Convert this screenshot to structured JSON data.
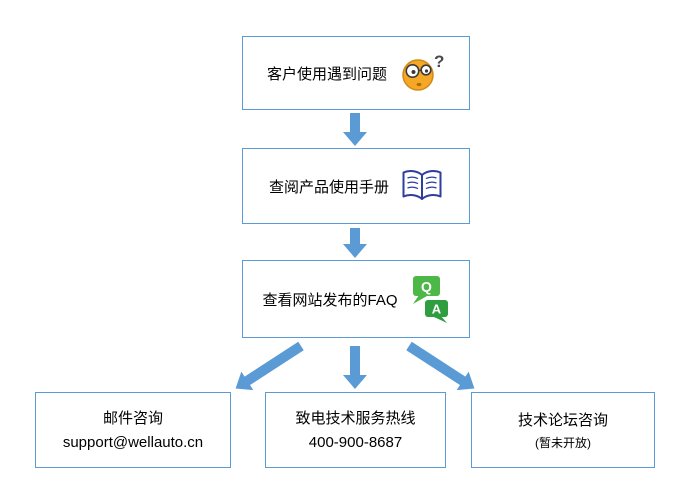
{
  "title": "customer-support-flowchart",
  "colors": {
    "box_border": "#5B9BD5",
    "arrow": "#5B9BD5",
    "text": "#000000",
    "face_fill": "#F5A726",
    "book_stroke": "#2D3E9E",
    "qa_q_fill": "#4DB748",
    "qa_a_fill": "#2E9E40"
  },
  "steps": [
    {
      "label": "客户使用遇到问题",
      "icon": "confused-face-icon"
    },
    {
      "label": "查阅产品使用手册",
      "icon": "open-book-icon"
    },
    {
      "label": "查看网站发布的FAQ",
      "icon": "qa-bubbles-icon"
    }
  ],
  "outcomes": [
    {
      "line1": "邮件咨询",
      "line2": "support@wellauto.cn"
    },
    {
      "line1": "致电技术服务热线",
      "line2": "400-900-8687"
    },
    {
      "line1": "技术论坛咨询",
      "line2": "(暂未开放)"
    }
  ],
  "icons": {
    "question_mark": "?",
    "q_label": "Q",
    "a_label": "A"
  }
}
